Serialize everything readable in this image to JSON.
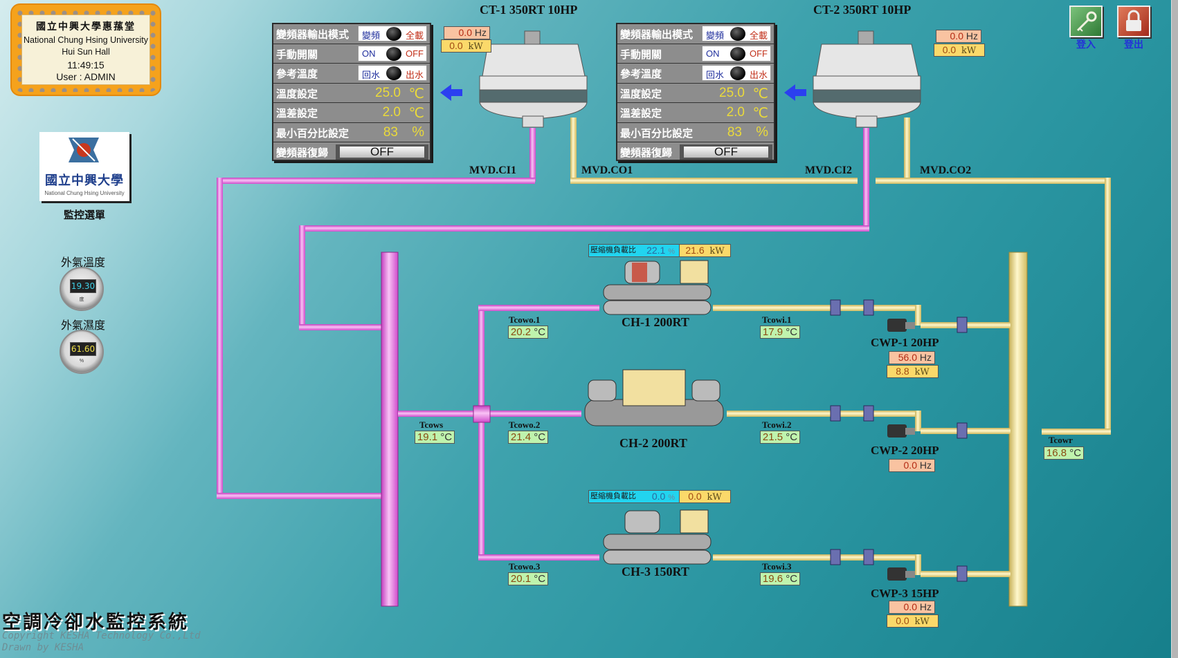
{
  "header": {
    "org_cn": "國立中興大學惠蓀堂",
    "org_en": "National Chung Hsing University",
    "building": "Hui Sun Hall",
    "time": "11:49:15",
    "user_label": "User :  ADMIN"
  },
  "sidebar": {
    "logo_cn": "國立中興大學",
    "logo_en": "National Chung Hsing University",
    "menu_label": "監控選單",
    "outdoor_temp": {
      "label": "外氣溫度",
      "value": "19.30",
      "unit": "度"
    },
    "outdoor_humidity": {
      "label": "外氣濕度",
      "value": "61.60",
      "unit": "%"
    }
  },
  "toolbar": {
    "login_label": "登入",
    "logout_label": "登出"
  },
  "footer": {
    "system_title": "空調冷卻水監控系統",
    "copyright": "Copyright  KESHA  Technology Co.,Ltd",
    "drawn_by": "Drawn by  KESHA"
  },
  "cooling_towers": [
    {
      "title": "CT-1 350RT 10HP",
      "hz": "0.0",
      "hz_unit": "Hz",
      "kw": "0.0",
      "kw_unit": "kW",
      "valve_in": "MVD.CI1",
      "valve_out": "MVD.CO1",
      "controls": {
        "inverter_mode": {
          "label": "變頻器輸出模式",
          "left": "變頻",
          "right": "全載"
        },
        "manual_switch": {
          "label": "手動開關",
          "left": "ON",
          "right": "OFF"
        },
        "ref_temp": {
          "label": "參考溫度",
          "left": "回水",
          "right": "出水"
        },
        "temp_set": {
          "label": "溫度設定",
          "value": "25.0",
          "unit": "℃"
        },
        "temp_diff": {
          "label": "溫差設定",
          "value": "2.0",
          "unit": "℃"
        },
        "min_pct": {
          "label": "最小百分比設定",
          "value": "83",
          "unit": "%"
        },
        "reset": {
          "label": "變頻器復歸",
          "button": "OFF"
        }
      }
    },
    {
      "title": "CT-2 350RT 10HP",
      "hz": "0.0",
      "hz_unit": "Hz",
      "kw": "0.0",
      "kw_unit": "kW",
      "valve_in": "MVD.CI2",
      "valve_out": "MVD.CO2",
      "controls": {
        "inverter_mode": {
          "label": "變頻器輸出模式",
          "left": "變頻",
          "right": "全載"
        },
        "manual_switch": {
          "label": "手動開關",
          "left": "ON",
          "right": "OFF"
        },
        "ref_temp": {
          "label": "參考溫度",
          "left": "回水",
          "right": "出水"
        },
        "temp_set": {
          "label": "溫度設定",
          "value": "25.0",
          "unit": "℃"
        },
        "temp_diff": {
          "label": "溫差設定",
          "value": "2.0",
          "unit": "℃"
        },
        "min_pct": {
          "label": "最小百分比設定",
          "value": "83",
          "unit": "%"
        },
        "reset": {
          "label": "變頻器復歸",
          "button": "OFF"
        }
      }
    }
  ],
  "chillers": [
    {
      "title": "CH-1 200RT",
      "load_label": "壓縮機負載比",
      "load_pct": "22.1",
      "pct_unit": "%",
      "kw": "21.6",
      "kw_unit": "kW",
      "out_label": "Tcowo.1",
      "out_temp": "20.2",
      "in_label": "Tcowi.1",
      "in_temp": "17.9",
      "temp_unit": "°C"
    },
    {
      "title": "CH-2 200RT",
      "out_label": "Tcowo.2",
      "out_temp": "21.4",
      "in_label": "Tcowi.2",
      "in_temp": "21.5",
      "temp_unit": "°C"
    },
    {
      "title": "CH-3 150RT",
      "load_label": "壓縮機負載比",
      "load_pct": "0.0",
      "pct_unit": "%",
      "kw": "0.0",
      "kw_unit": "kW",
      "out_label": "Tcowo.3",
      "out_temp": "20.1",
      "in_label": "Tcowi.3",
      "in_temp": "19.6",
      "temp_unit": "°C"
    }
  ],
  "pumps": [
    {
      "title": "CWP-1 20HP",
      "hz": "56.0",
      "hz_unit": "Hz",
      "kw": "8.8",
      "kw_unit": "kW"
    },
    {
      "title": "CWP-2 20HP",
      "hz": "0.0",
      "hz_unit": "Hz"
    },
    {
      "title": "CWP-3 15HP",
      "hz": "0.0",
      "hz_unit": "Hz",
      "kw": "0.0",
      "kw_unit": "kW"
    }
  ],
  "headers": {
    "supply": {
      "label": "Tcows",
      "temp": "19.1",
      "unit": "°C"
    },
    "return": {
      "label": "Tcowr",
      "temp": "16.8",
      "unit": "°C"
    }
  },
  "colors": {
    "supply_pipe": "#e46be0",
    "return_pipe": "#f2e08a",
    "panel_value": "#eada3a",
    "hz_box": "#f9c3a1",
    "kw_box": "#fbd96a",
    "temp_box": "#bff3ad",
    "load_box": "#22d4ef"
  }
}
